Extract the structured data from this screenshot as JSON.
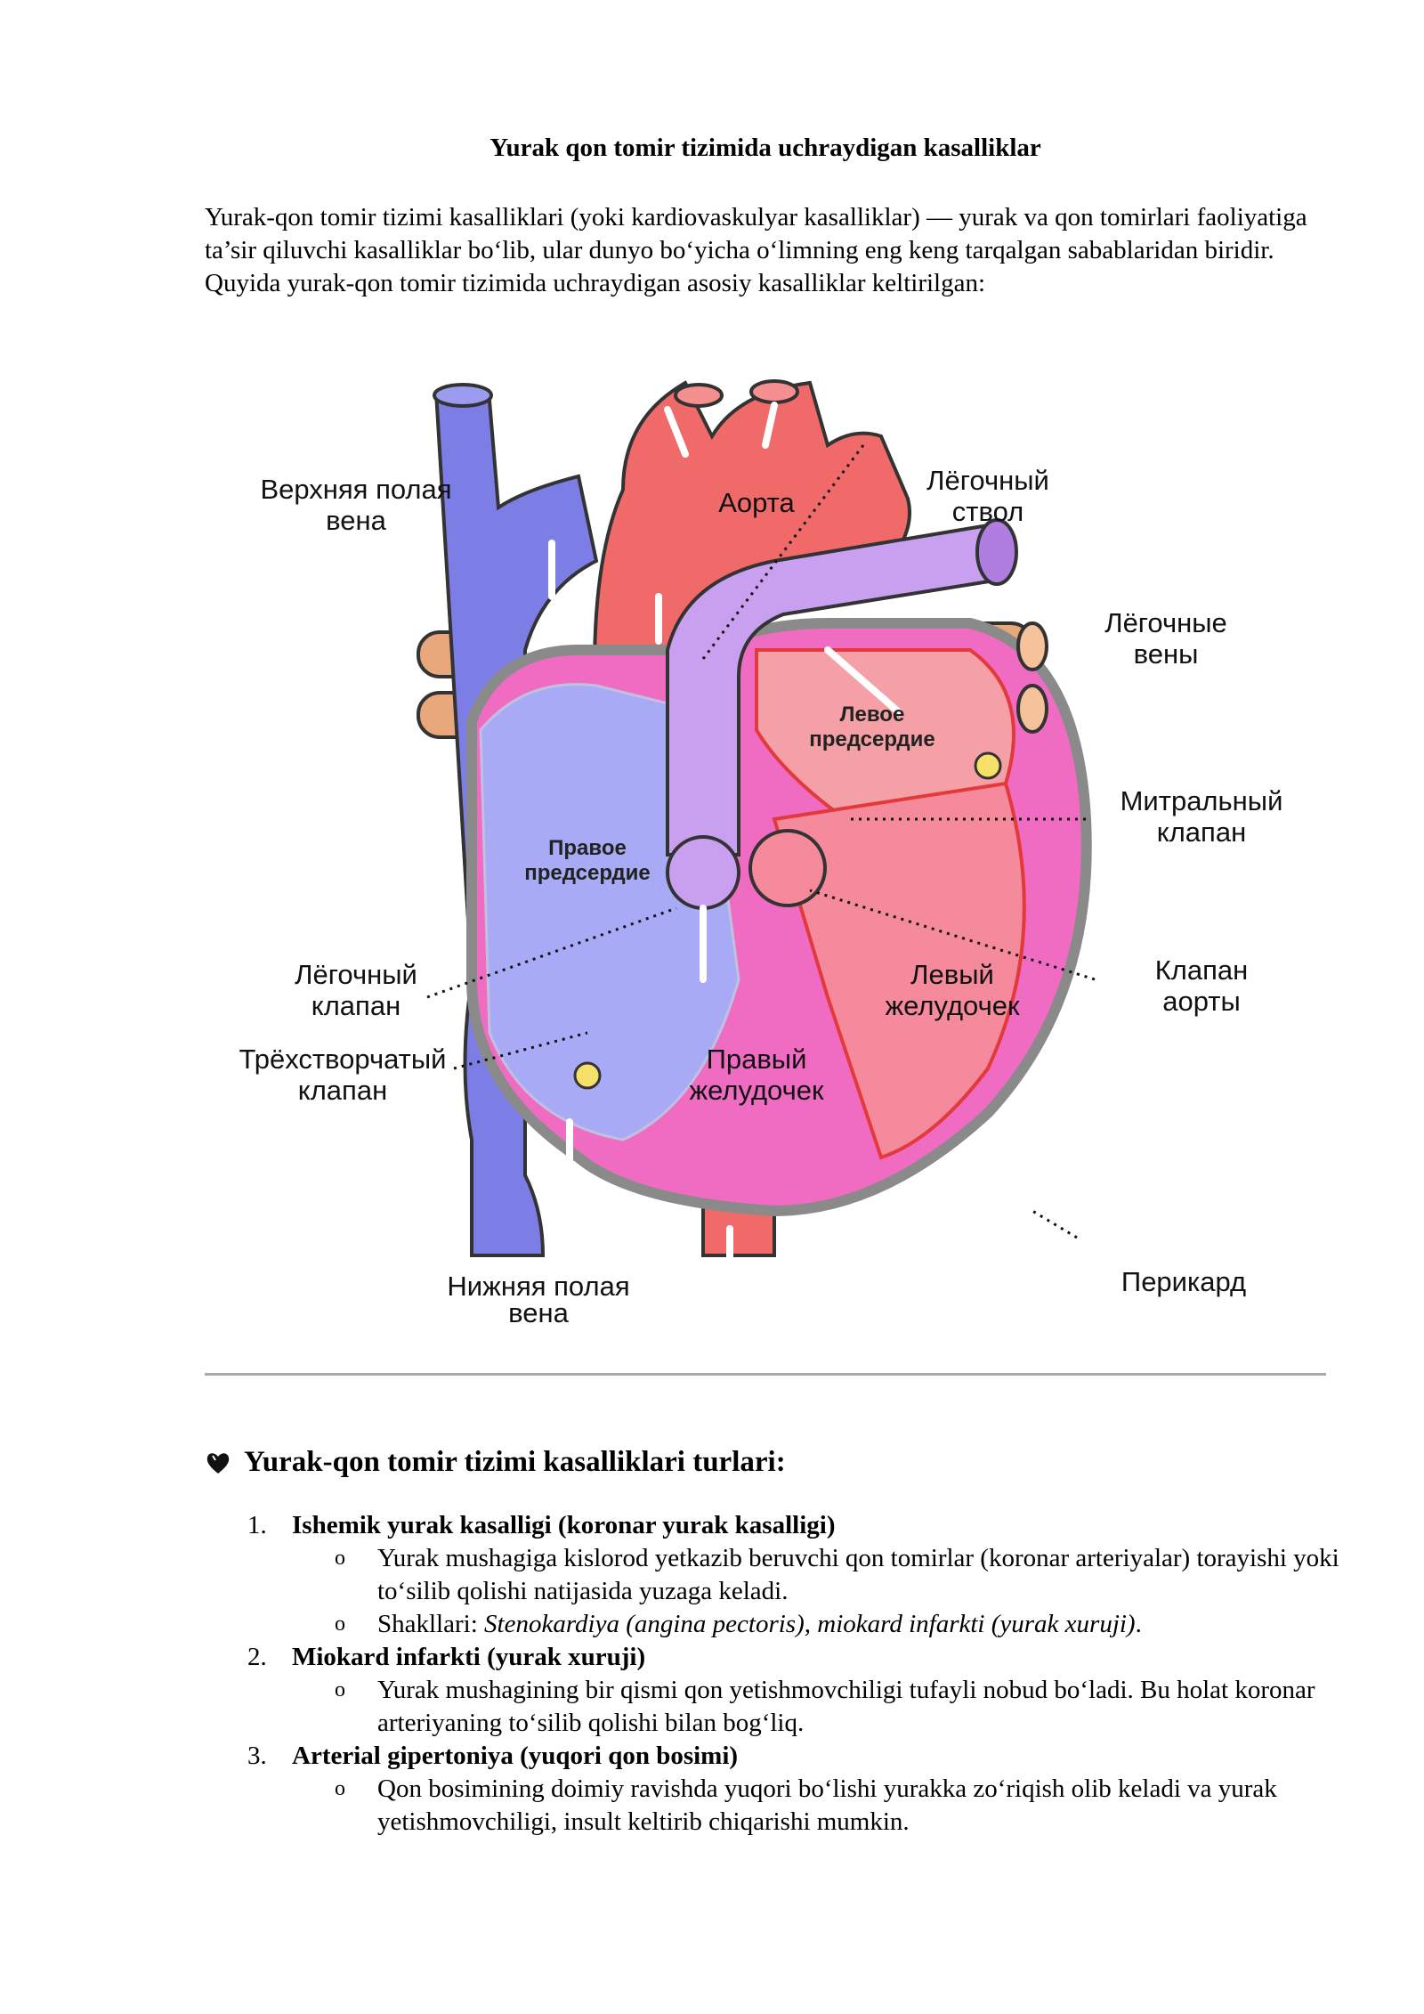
{
  "document": {
    "title": "Yurak qon tomir tizimida uchraydigan kasalliklar",
    "intro": "Yurak-qon tomir tizimi kasalliklari (yoki kardiovaskulyar kasalliklar) — yurak va qon tomirlari faoliyatiga ta’sir qiluvchi kasalliklar bo‘lib, ular dunyo bo‘yicha o‘limning eng keng tarqalgan sabablaridan biridir. Quyida yurak-qon tomir tizimida uchraydigan asosiy kasalliklar keltirilgan:"
  },
  "diagram": {
    "labels": {
      "svc_1": "Верхняя полая",
      "svc_2": "вена",
      "aorta": "Аорта",
      "trunk_1": "Лёгочный",
      "trunk_2": "ствол",
      "pulm_veins_1": "Лёгочные",
      "pulm_veins_2": "вены",
      "la_1": "Левое",
      "la_2": "предсердие",
      "ra_1": "Правое",
      "ra_2": "предсердие",
      "mitral_1": "Митральный",
      "mitral_2": "клапан",
      "aortic_valve_1": "Клапан",
      "aortic_valve_2": "аорты",
      "lv_1": "Левый",
      "lv_2": "желудочек",
      "pulm_valve_1": "Лёгочный",
      "pulm_valve_2": "клапан",
      "tricuspid_1": "Трёхстворчатый",
      "tricuspid_2": "клапан",
      "rv_1": "Правый",
      "rv_2": "желудочек",
      "ivc_1": "Нижняя полая",
      "ivc_2": "вена",
      "pericardium": "Перикард"
    }
  },
  "section": {
    "heading": "Yurak-qon tomir tizimi kasalliklari turlari:",
    "icon": "heart-icon",
    "items": [
      {
        "number": "1.",
        "name": "Ishemik yurak kasalligi (koronar yurak kasalligi)",
        "points": [
          {
            "text": "Yurak mushagiga kislorod yetkazib beruvchi qon tomirlar (koronar arteriyalar) torayishi yoki to‘silib qolishi natijasida yuzaga keladi."
          },
          {
            "prefix": "Shakllari: ",
            "italic": "Stenokardiya (angina pectoris), miokard infarkti (yurak xuruji)",
            "suffix": "."
          }
        ]
      },
      {
        "number": "2.",
        "name": "Miokard infarkti (yurak xuruji)",
        "points": [
          {
            "text": "Yurak mushagining bir qismi qon yetishmovchiligi tufayli nobud bo‘ladi. Bu holat koronar arteriyaning to‘silib qolishi bilan bog‘liq."
          }
        ]
      },
      {
        "number": "3.",
        "name": "Arterial gipertoniya (yuqori qon bosimi)",
        "points": [
          {
            "text": "Qon bosimining doimiy ravishda yuqori bo‘lishi yurakka zo‘riqish olib keladi va yurak yetishmovchiligi, insult keltirib chiqarishi mumkin."
          }
        ]
      }
    ],
    "bullet": "o"
  }
}
